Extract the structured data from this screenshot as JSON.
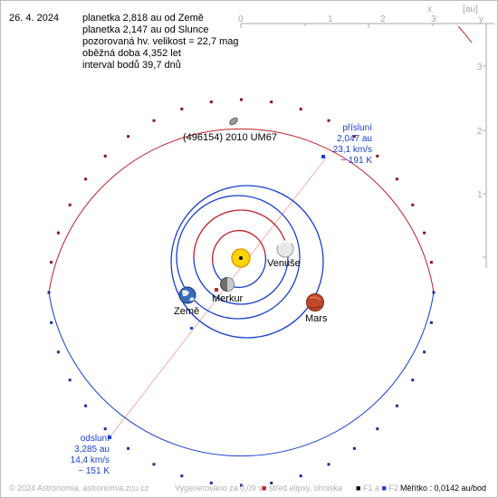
{
  "date": "26. 4. 2024",
  "info": {
    "line1": "planetka 2,818 au od Země",
    "line2": "planetka 2,147 au od Slunce",
    "line3": "pozorovaná hv. velikost = 22,7 mag",
    "line4": "oběžná doba 4,352 let",
    "line5": "interval bodů 39,7 dnů"
  },
  "object_name": "(496154) 2010 UM67",
  "perihelion": {
    "title": "přísluní",
    "distance": "2,047 au",
    "speed": "23,1 km/s",
    "temp": "~ 191 K"
  },
  "aphelion": {
    "title": "odsluní",
    "distance": "3,285 au",
    "speed": "14,4 km/s",
    "temp": "~ 151 K"
  },
  "planets": {
    "venus": "Venuše",
    "mercury": "Merkur",
    "earth": "Země",
    "mars": "Mars"
  },
  "axes": {
    "x_label": "x",
    "y_label": "y",
    "unit": "[au]",
    "x_ticks": [
      "0",
      "1",
      "2",
      "3"
    ],
    "y_ticks": [
      "3",
      "2",
      "1"
    ]
  },
  "footer": {
    "copyright": "© 2024 Astronomia, astronomia.zcu.cz",
    "generated": "Vygenerováno za 0,09 s",
    "legend_center": "střed elipsy, ohniska",
    "legend_f1": "F1 a",
    "legend_f2": "F2",
    "scale": "Měřítko : 0,0142 au/bod"
  },
  "colors": {
    "orbit_above": "#c0202a",
    "orbit_below": "#1a3fd1",
    "axis": "#a8a8a8",
    "sun": "#ffd400",
    "mars": "#c0492b",
    "label_blue": "#1a3fd1"
  }
}
